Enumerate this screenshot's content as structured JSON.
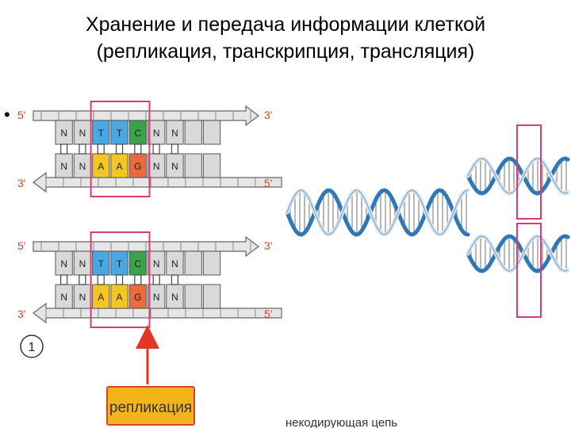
{
  "slide": {
    "title_line1": "Хранение и передача информации клеткой",
    "title_line2": "(репликация, транскрипция, трансляция)",
    "bullet": "•"
  },
  "strand_top": {
    "five_prime": "5'",
    "three_prime": "3'",
    "bases": [
      "N",
      "N",
      "T",
      "T",
      "C",
      "N",
      "N"
    ]
  },
  "strand_bottom": {
    "five_prime": "5'",
    "three_prime": "3'",
    "bases": [
      "N",
      "N",
      "A",
      "A",
      "G",
      "N",
      "N"
    ]
  },
  "step_number": "1",
  "process_label": "репликация",
  "bottom_caption": "некодирующая цепь",
  "colors": {
    "T": "#4aa7e2",
    "C": "#3ba24a",
    "A": "#f4c623",
    "G": "#ec6b3c",
    "N": "#d9d9d9",
    "highlight": "#d63c76",
    "helix": "#2f78b8",
    "label_bg": "#f3b41b",
    "label_border": "#d2452c"
  }
}
